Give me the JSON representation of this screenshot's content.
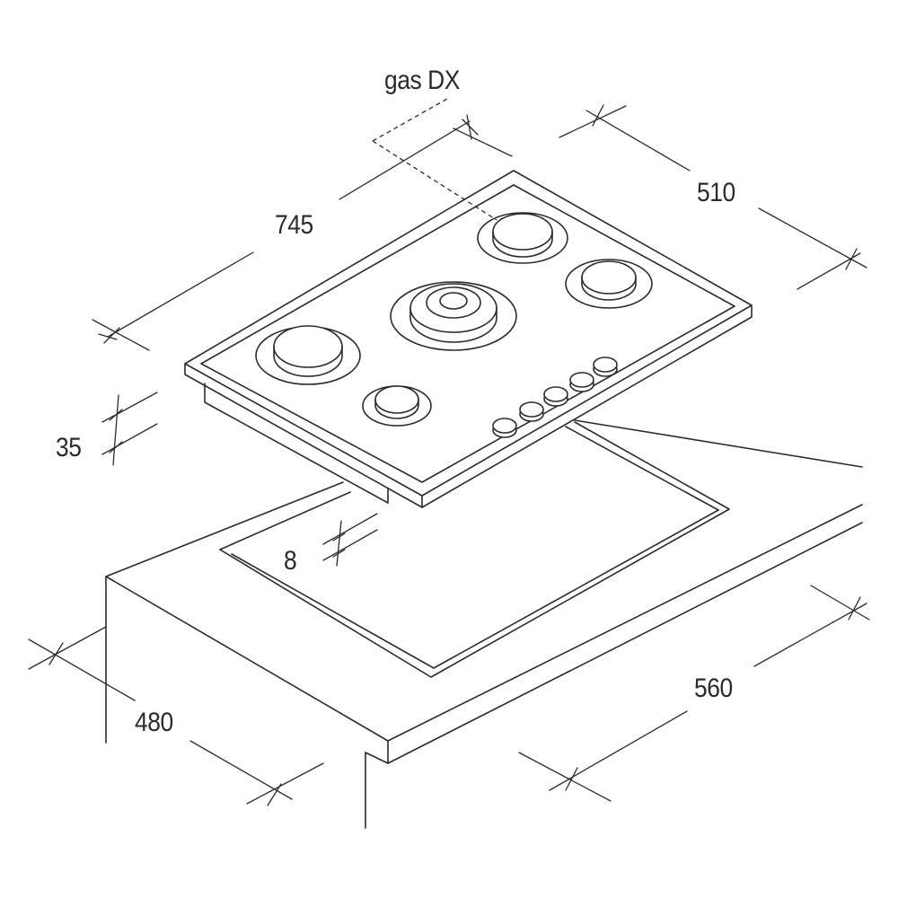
{
  "labels": {
    "gas_connection": "gas DX",
    "hob_width": "745",
    "hob_depth": "510",
    "hob_height": "35",
    "cutout_clearance": "8",
    "cutout_depth": "480",
    "cutout_width": "560"
  },
  "colors": {
    "line": "#2b2b2b",
    "background": "#ffffff"
  }
}
